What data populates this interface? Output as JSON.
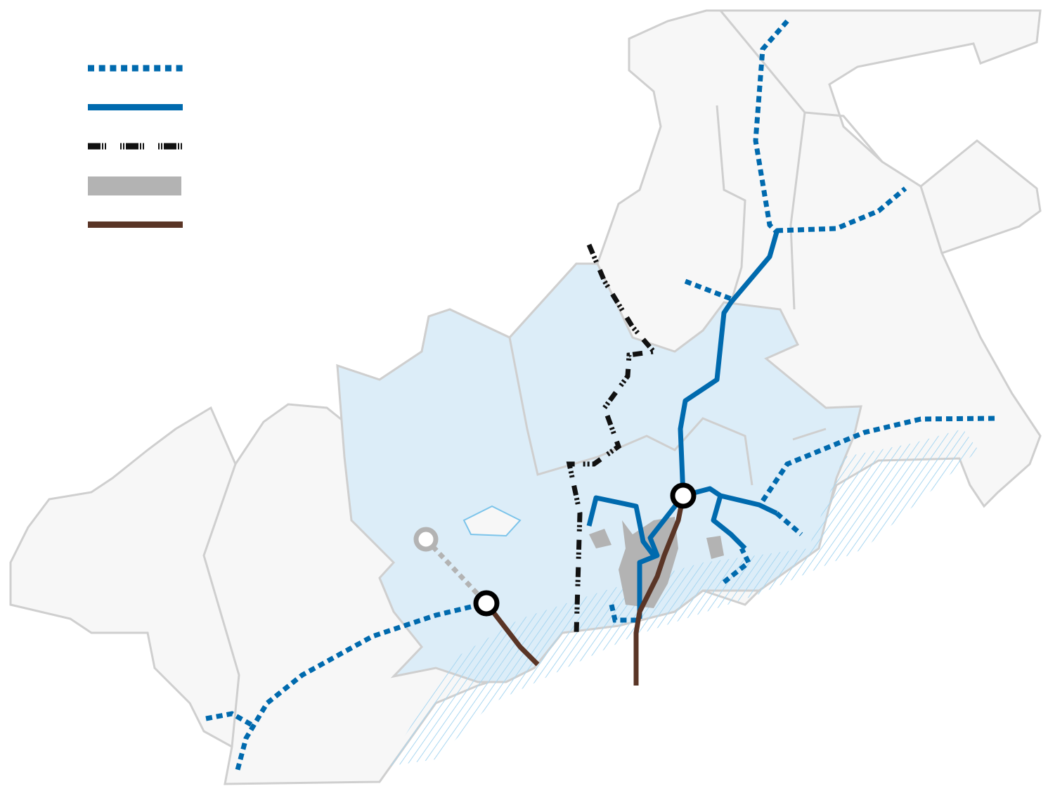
{
  "colors": {
    "land": "#f7f7f7",
    "border": "#cfcfcf",
    "urban_area": "#dcedf8",
    "coast": "#7cc4ea",
    "planned_line": "#006aae",
    "existing_line": "#006aae",
    "rail": "#111111",
    "built_up": "#b3b3b3",
    "tunnel": "#5a3526",
    "station_ring": "#000000",
    "planned_station_ring": "#b3b3b3"
  },
  "legend": [
    {
      "key": "planned-line",
      "icon": "blue-dotted-line-icon"
    },
    {
      "key": "existing-line",
      "icon": "blue-solid-line-icon"
    },
    {
      "key": "railway",
      "icon": "black-dash-line-icon"
    },
    {
      "key": "built-up-area",
      "icon": "gray-band-icon"
    },
    {
      "key": "tunnel",
      "icon": "brown-line-icon"
    }
  ]
}
